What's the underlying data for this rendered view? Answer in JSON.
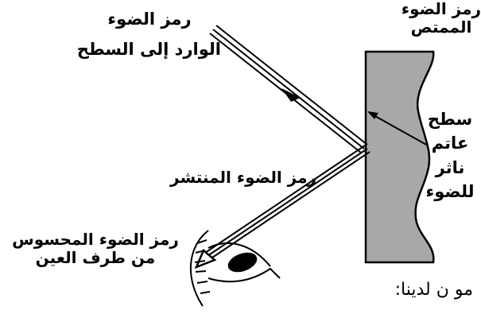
{
  "labels": {
    "incident_line1": "رمز الضوء",
    "incident_line2": "الوارد إلى السطح",
    "absorbed_line1": "رمز الضوء",
    "absorbed_line2": "الممتص",
    "scattered": "رمز الضوء المنتشر",
    "surface_line1": "سطح",
    "surface_line2": "عاتم",
    "surface_line3": "ناثر",
    "surface_line4": "للضوء",
    "perceived_line1": "رمز الضوء المحسوس",
    "perceived_line2": "من طرف العين",
    "footer": "مو ن لدينا:"
  },
  "colors": {
    "surface_fill": "#a8a8a8",
    "ink": "#000000"
  }
}
